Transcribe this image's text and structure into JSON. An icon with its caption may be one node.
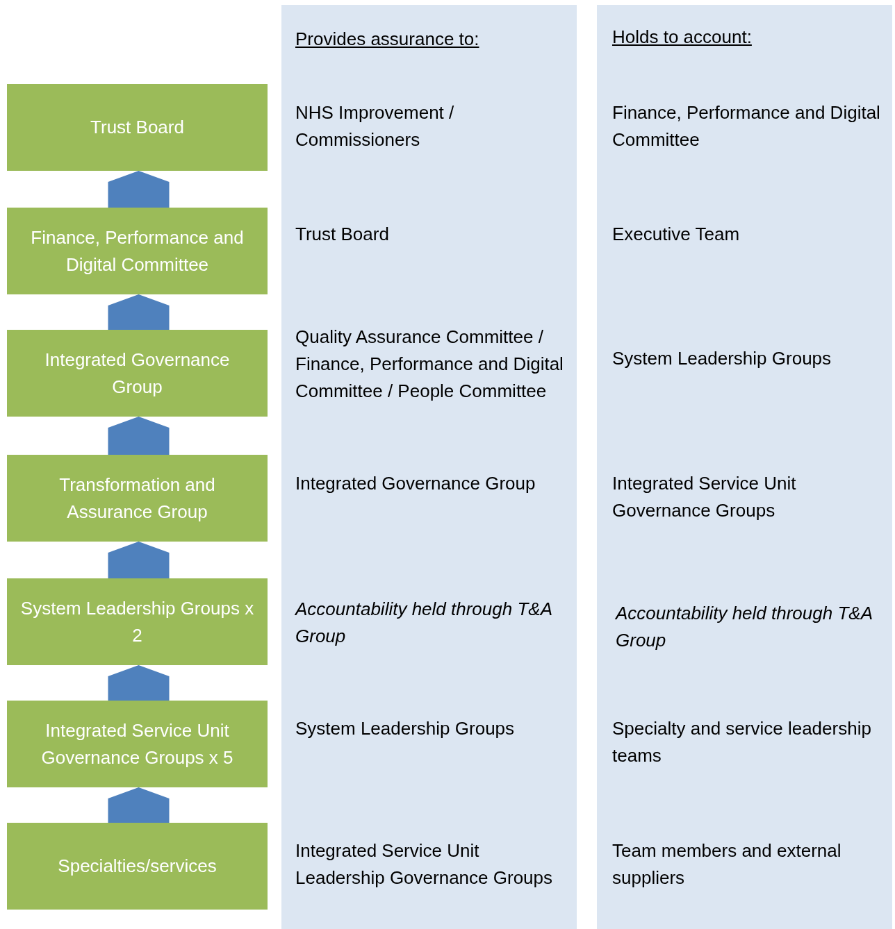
{
  "diagram": {
    "nodes": [
      {
        "text": [
          "Trust Board"
        ]
      },
      {
        "text": [
          "Finance, Performance and Digital Committee"
        ]
      },
      {
        "text": [
          "Integrated Governance Group"
        ]
      },
      {
        "text": [
          "Transformation and Assurance Group"
        ]
      },
      {
        "text": [
          "System Leadership Groups x 2"
        ]
      },
      {
        "text": [
          "Integrated Service Unit Governance Groups x 5"
        ]
      },
      {
        "text": [
          "Specialties/services"
        ]
      },
      {
        "text": [
          "Provides assurance to:",
          "NHS Improvement / Commissioners",
          "Trust Board",
          "Quality Assurance Committee / Finance, Performance and Digital Committee / People Committee",
          "Integrated Governance Group",
          "Accountability held through T&A Group",
          "System Leadership Groups",
          "Integrated Service Unit Leadership Governance Groups"
        ]
      },
      {
        "text": [
          "Holds to account:",
          "Finance, Performance and Digital Committee",
          "Executive Team",
          "System Leadership Groups",
          "Integrated Service Unit Governance Groups",
          "Accountability held through T&A Group",
          "Specialty and service leadership teams",
          "Team members and external suppliers"
        ]
      }
    ],
    "edges": [
      {
        "from": 1,
        "to": 0,
        "arrow": "to"
      },
      {
        "from": 2,
        "to": 1,
        "arrow": "to"
      },
      {
        "from": 3,
        "to": 2,
        "arrow": "to"
      },
      {
        "from": 4,
        "to": 3,
        "arrow": "to"
      },
      {
        "from": 5,
        "to": 4,
        "arrow": "to"
      },
      {
        "from": 6,
        "to": 5,
        "arrow": "to"
      }
    ]
  }
}
